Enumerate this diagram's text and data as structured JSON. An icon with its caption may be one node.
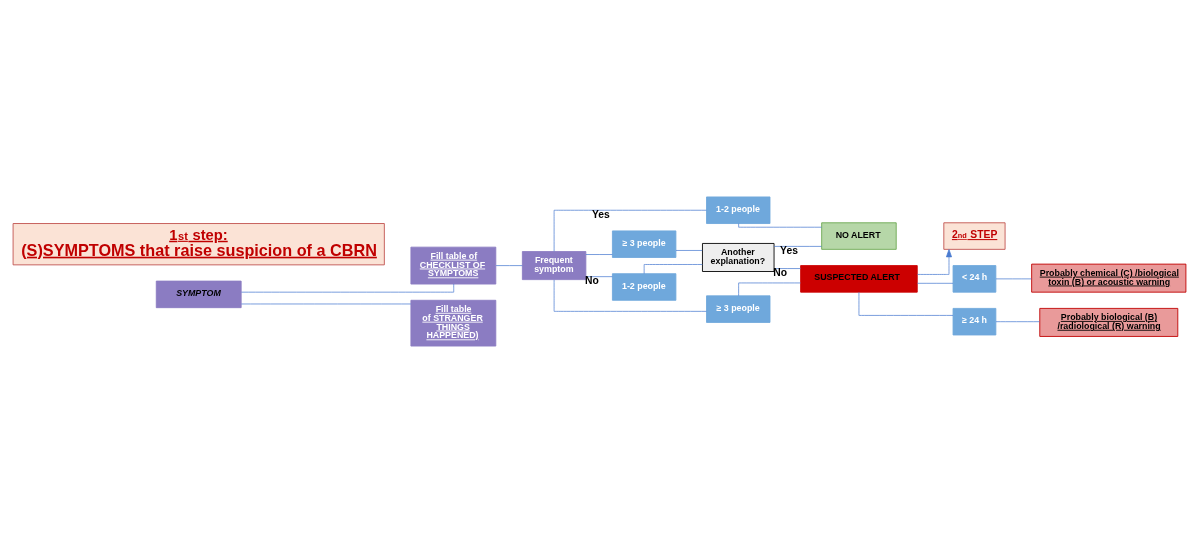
{
  "diagram": {
    "nodes": [
      {
        "text": [
          "1$^{st}$ step:",
          "(S)SYMPTOMS that raise suspicion of a CBRN"
        ]
      },
      {
        "text": [
          "SYMPTOM"
        ]
      },
      {
        "text": [
          "Fill table of CHECKLIST OF SYMPTOMS"
        ]
      },
      {
        "text": [
          "Fill table of STRANGER THINGS HAPPENED)"
        ]
      },
      {
        "text": [
          "Frequent symptom"
        ]
      },
      {
        "text": [
          "1-2 people"
        ]
      },
      {
        "text": [
          "≥ 3 people"
        ]
      },
      {
        "text": [
          "1-2 people"
        ]
      },
      {
        "text": [
          "≥ 3 people"
        ]
      },
      {
        "text": [
          "Another explanation?"
        ]
      },
      {
        "text": [
          "NO ALERT"
        ]
      },
      {
        "text": [
          "SUSPECTED ALERT"
        ]
      },
      {
        "text": [
          "2$^{nd}$ STEP"
        ]
      },
      {
        "text": [
          "< 24 h"
        ]
      },
      {
        "text": [
          "≥ 24 h"
        ]
      },
      {
        "text": [
          "Probably chemical (C) /biological toxin (B) or acoustic warning"
        ]
      },
      {
        "text": [
          "Probably biological (B) /radiological (R) warning"
        ]
      }
    ],
    "edges": [
      {
        "from": 1,
        "to": 2,
        "arrow": "none"
      },
      {
        "from": 1,
        "to": 3,
        "arrow": "none"
      },
      {
        "from": 2,
        "to": 4,
        "arrow": "none"
      },
      {
        "from": 4,
        "to": 5,
        "arrow": "none",
        "label": "Yes"
      },
      {
        "from": 4,
        "to": 6,
        "arrow": "none"
      },
      {
        "from": 4,
        "to": 7,
        "arrow": "none",
        "label": "No"
      },
      {
        "from": 4,
        "to": 8,
        "arrow": "none"
      },
      {
        "from": 6,
        "to": 9,
        "arrow": "none"
      },
      {
        "from": 7,
        "to": 9,
        "arrow": "none"
      },
      {
        "from": 5,
        "to": 10,
        "arrow": "none"
      },
      {
        "from": 9,
        "to": 10,
        "arrow": "none",
        "label": "Yes"
      },
      {
        "from": 9,
        "to": 11,
        "arrow": "none",
        "label": "No"
      },
      {
        "from": 8,
        "to": 11,
        "arrow": "none"
      },
      {
        "from": 11,
        "to": 12,
        "arrow": "to"
      },
      {
        "from": 11,
        "to": 13,
        "arrow": "none"
      },
      {
        "from": 11,
        "to": 14,
        "arrow": "none"
      },
      {
        "from": 13,
        "to": 15,
        "arrow": "none"
      },
      {
        "from": 14,
        "to": 16,
        "arrow": "none"
      }
    ]
  }
}
